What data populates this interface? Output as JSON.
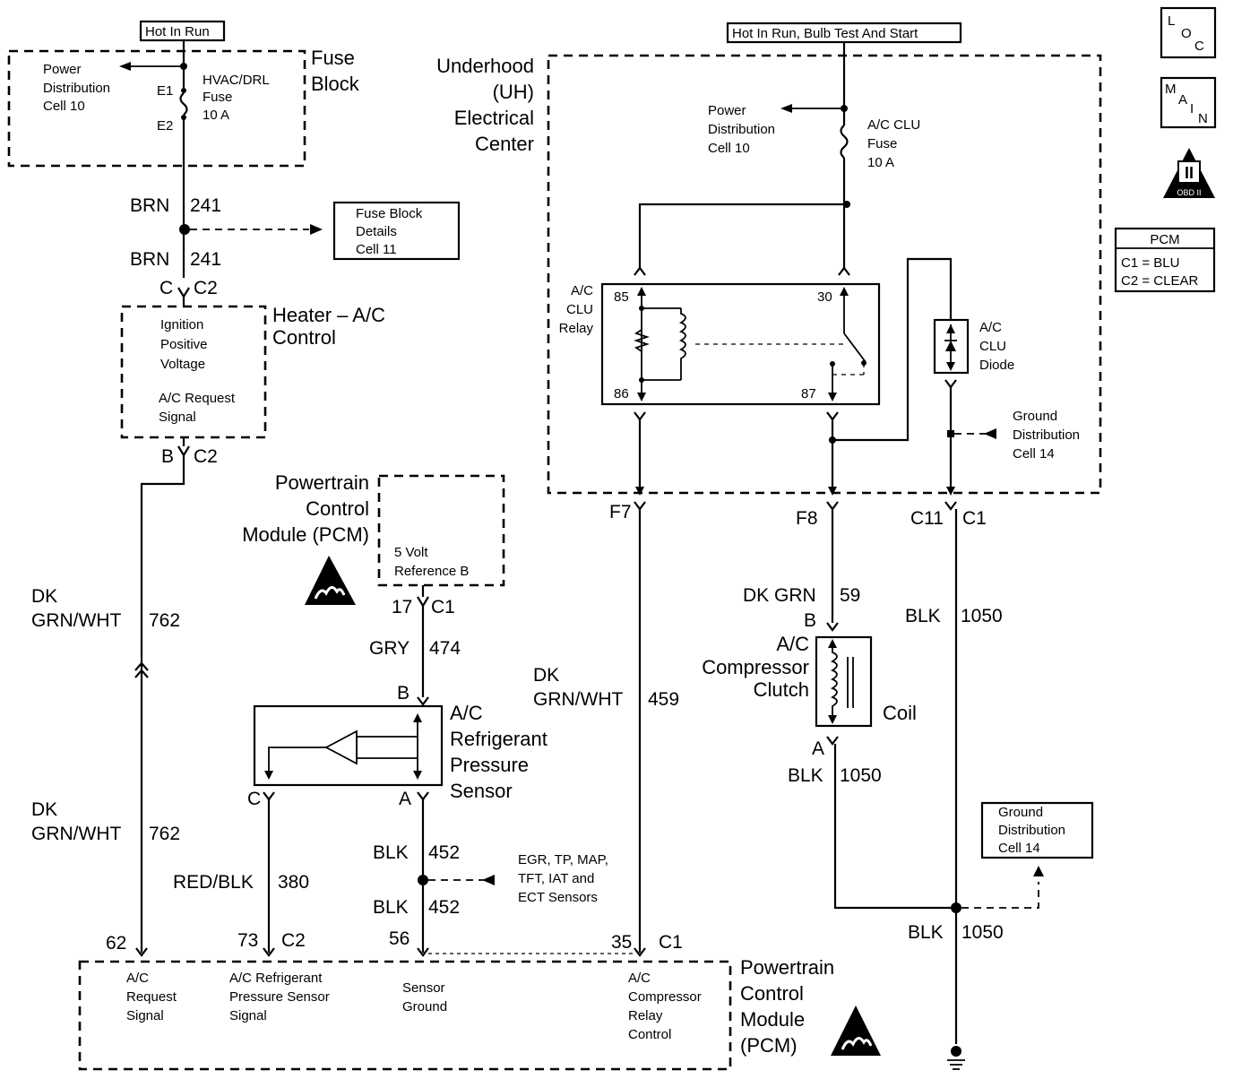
{
  "power_sources": {
    "left_label": "Hot In Run",
    "right_label": "Hot In Run, Bulb Test And Start"
  },
  "fuse_block": {
    "title_line1": "Fuse",
    "title_line2": "Block",
    "power_dist_line1": "Power",
    "power_dist_line2": "Distribution",
    "power_dist_line3": "Cell 10",
    "pin_e1": "E1",
    "pin_e2": "E2",
    "fuse_line1": "HVAC/DRL",
    "fuse_line2": "Fuse",
    "fuse_line3": "10 A"
  },
  "wire_241": {
    "upper_color": "BRN",
    "upper_num": "241",
    "lower_color": "BRN",
    "lower_num": "241",
    "conn_pin": "C",
    "conn_name": "C2"
  },
  "fuse_block_details": {
    "line1": "Fuse Block",
    "line2": "Details",
    "line3": "Cell 11"
  },
  "heater_ac_control": {
    "title_line1": "Heater – A/C",
    "title_line2": "Control",
    "ign_line1": "Ignition",
    "ign_line2": "Positive",
    "ign_line3": "Voltage",
    "req_line1": "A/C Request",
    "req_line2": "Signal",
    "conn_pin": "B",
    "conn_name": "C2"
  },
  "pcm_top": {
    "title_line1": "Powertrain",
    "title_line2": "Control",
    "title_line3": "Module (PCM)",
    "ref_line1": "5 Volt",
    "ref_line2": "Reference B",
    "conn_pin": "17",
    "conn_name": "C1"
  },
  "wire_762": {
    "upper_color_line1": "DK",
    "upper_color_line2": "GRN/WHT",
    "upper_num": "762",
    "lower_color_line1": "DK",
    "lower_color_line2": "GRN/WHT",
    "lower_num": "762"
  },
  "wire_474": {
    "color": "GRY",
    "num": "474",
    "pin": "B"
  },
  "pressure_sensor": {
    "line1": "A/C",
    "line2": "Refrigerant",
    "line3": "Pressure",
    "line4": "Sensor",
    "pin_c": "C",
    "pin_a": "A"
  },
  "wire_380": {
    "color": "RED/BLK",
    "num": "380"
  },
  "wire_452": {
    "upper_color": "BLK",
    "upper_num": "452",
    "lower_color": "BLK",
    "lower_num": "452"
  },
  "sensors_note": {
    "line1": "EGR, TP, MAP,",
    "line2": "TFT, IAT and",
    "line3": "ECT Sensors"
  },
  "uh_center": {
    "title_line1": "Underhood",
    "title_line2": "(UH)",
    "title_line3": "Electrical",
    "title_line4": "Center",
    "power_dist_line1": "Power",
    "power_dist_line2": "Distribution",
    "power_dist_line3": "Cell 10",
    "fuse_line1": "A/C CLU",
    "fuse_line2": "Fuse",
    "fuse_line3": "10 A"
  },
  "relay": {
    "line1": "A/C",
    "line2": "CLU",
    "line3": "Relay",
    "pin85": "85",
    "pin86": "86",
    "pin30": "30",
    "pin87": "87"
  },
  "diode": {
    "line1": "A/C",
    "line2": "CLU",
    "line3": "Diode"
  },
  "ground_dist_upper": {
    "line1": "Ground",
    "line2": "Distribution",
    "line3": "Cell 14"
  },
  "uh_connectors": {
    "f7": "F7",
    "f8": "F8",
    "c11": "C11",
    "c1": "C1"
  },
  "wire_459": {
    "color_line1": "DK",
    "color_line2": "GRN/WHT",
    "num": "459"
  },
  "wire_59": {
    "color": "DK GRN",
    "num": "59",
    "pin": "B"
  },
  "compressor_clutch": {
    "line1": "A/C",
    "line2": "Compressor",
    "line3": "Clutch",
    "coil": "Coil",
    "pin_a": "A"
  },
  "wire_1050": {
    "c1_color": "BLK",
    "c1_num": "1050",
    "clutch_color": "BLK",
    "clutch_num": "1050",
    "bottom_color": "BLK",
    "bottom_num": "1050"
  },
  "ground_dist_lower": {
    "line1": "Ground",
    "line2": "Distribution",
    "line3": "Cell 14"
  },
  "pcm_bottom": {
    "pin62": "62",
    "pin73": "73",
    "conn_c2": "C2",
    "pin56": "56",
    "pin35": "35",
    "conn_c1": "C1",
    "req_line1": "A/C",
    "req_line2": "Request",
    "req_line3": "Signal",
    "pres_line1": "A/C Refrigerant",
    "pres_line2": "Pressure Sensor",
    "pres_line3": "Signal",
    "gnd_line1": "Sensor",
    "gnd_line2": "Ground",
    "relay_line1": "A/C",
    "relay_line2": "Compressor",
    "relay_line3": "Relay",
    "relay_line4": "Control",
    "title_line1": "Powertrain",
    "title_line2": "Control",
    "title_line3": "Module",
    "title_line4": "(PCM)"
  },
  "nav_icons": {
    "loc_l": "L",
    "loc_o": "O",
    "loc_c": "C",
    "main_m": "M",
    "main_a": "A",
    "main_i": "I",
    "main_n": "N",
    "obd_roman": "II",
    "obd_label": "OBD II"
  },
  "pcm_legend": {
    "title": "PCM",
    "c1": "C1 = BLU",
    "c2": "C2 = CLEAR"
  }
}
